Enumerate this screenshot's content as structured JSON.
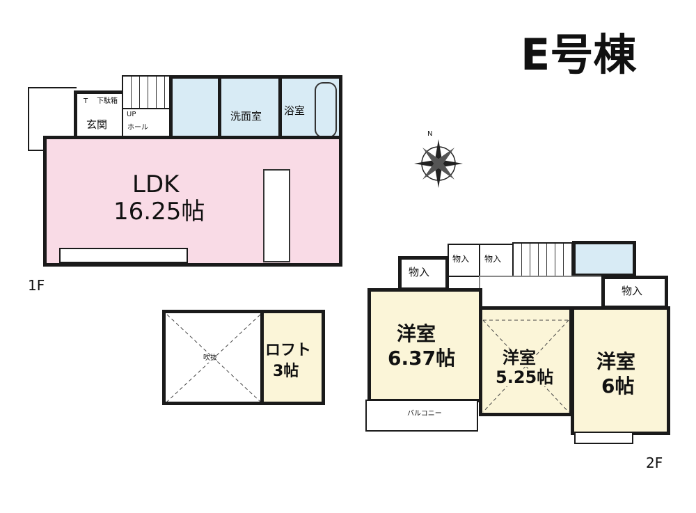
{
  "title": "E号棟",
  "compass": {
    "label": "N"
  },
  "floor1": {
    "label": "1F",
    "entrance": "玄関",
    "shoe_box": [
      "T",
      "下駄箱"
    ],
    "hall": "ホール",
    "up": "UP",
    "washroom": "洗面室",
    "bathroom": "浴室",
    "ldk": {
      "name": "LDK",
      "size": "16.25帖"
    }
  },
  "loft": {
    "void": "吹抜",
    "name": "ロフト",
    "size": "3帖"
  },
  "floor2": {
    "label": "2F",
    "storage": "物入",
    "room_a": {
      "name": "洋室",
      "size": "6.37帖"
    },
    "room_b": {
      "name": "洋室",
      "size": "5.25帖"
    },
    "room_c": {
      "name": "洋室",
      "size": "6帖"
    },
    "balcony": "バルコニー"
  },
  "colors": {
    "ldk": "#f9dbe6",
    "wet_area": "#d8ebf5",
    "bedroom": "#fbf5d8"
  }
}
